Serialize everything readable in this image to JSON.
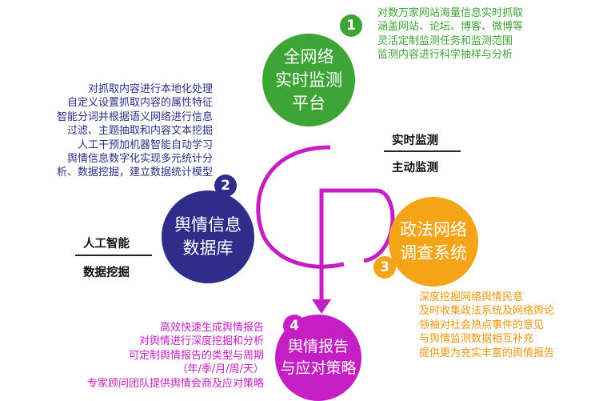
{
  "nodes": [
    {
      "number": "1",
      "title_lines": [
        "全网络",
        "实时监测",
        "平台"
      ],
      "color": "#3da536"
    },
    {
      "number": "2",
      "title_lines": [
        "舆情信息",
        "数据库"
      ],
      "color": "#2e2e8a"
    },
    {
      "number": "3",
      "title_lines": [
        "政法网络",
        "调查系统"
      ],
      "color": "#f5a417"
    },
    {
      "number": "4",
      "title_lines": [
        "舆情报告",
        "与应对策略"
      ],
      "color": "#c41ec4"
    }
  ],
  "descriptions": {
    "node1": [
      "对数万家网站海量信息实时抓取",
      "涵盖网站、论坛、博客、微博等",
      "灵活定制监测任务和监测范围",
      "监测内容进行科学抽样与分析"
    ],
    "node2": [
      "对抓取内容进行本地化处理",
      "自定义设置抓取内容的属性特征",
      "智能分词并根据语义网络进行信息",
      "过滤、主题抽取和内容文本挖掘",
      "人工干预加机器智能自动学习",
      "舆情信息数字化实现多元统计分",
      "析、数据挖掘，建立数据统计模型"
    ],
    "node3": [
      "深度挖掘网络舆情民意",
      "及时收集政法系统及网络舆论",
      "领袖对社会热点事件的意见",
      "与舆情监测数据相互补充",
      "提供更为充实丰富的舆情报告"
    ],
    "node4": [
      "高效快速生成舆情报告",
      "对舆情进行深度挖掘和分析",
      "可定制舆情报告的类型与周期",
      "（年/季/月/周/天）",
      "专家顾问团队提供舆情会商及应对策略"
    ]
  },
  "side_labels": {
    "right_top": "实时监测",
    "right_bottom": "主动监测",
    "left_top": "人工智能",
    "left_bottom": "数据挖掘"
  },
  "colors": {
    "green": "#3da536",
    "navy": "#2e2e8a",
    "orange": "#f5a417",
    "magenta": "#c41ec4",
    "green_text": "#3da536",
    "navy_text": "#2e2e8a",
    "orange_text": "#f0950f",
    "magenta_text": "#c41ec4"
  }
}
